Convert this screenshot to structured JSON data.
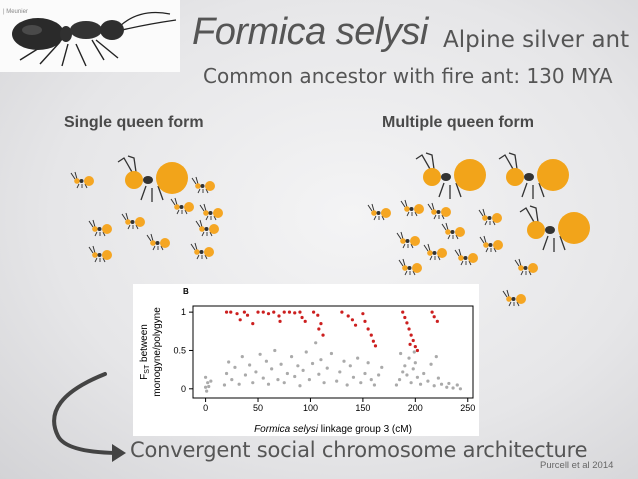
{
  "photo_credit": "| Meunier",
  "title": "Formica selysi",
  "common_name": "Alpine silver ant",
  "subtitle": "Common ancestor with fire ant: 130 MYA",
  "sections": {
    "single": "Single queen form",
    "multiple": "Multiple queen form"
  },
  "caption": "Convergent social chromosome architecture",
  "citation": "Purcell et al 2014",
  "colors": {
    "ant_orange": "#f5a623",
    "queen_orange": "#f2a41a",
    "text_gray": "#555555",
    "point_red": "#cc1f1f",
    "point_gray": "#aaaaaa"
  },
  "chart_data": {
    "type": "scatter",
    "panel_label": "B",
    "xlabel": "Formica selysi linkage group 3 (cM)",
    "ylabel_line1": "F",
    "ylabel_sub": "ST",
    "ylabel_rest": " between",
    "ylabel_line2": "monogyne/polygyne",
    "xlim": [
      -12,
      255
    ],
    "ylim": [
      -0.12,
      1.08
    ],
    "xticks": [
      0,
      50,
      100,
      150,
      200,
      250
    ],
    "yticks": [
      0,
      0.5,
      1
    ],
    "ytick_labels": [
      "0",
      "0.5",
      "1"
    ],
    "series": [
      {
        "color": "red",
        "points": [
          [
            20,
            1
          ],
          [
            24,
            1
          ],
          [
            30,
            0.98
          ],
          [
            37,
            1
          ],
          [
            40,
            0.96
          ],
          [
            33,
            0.9
          ],
          [
            45,
            0.85
          ],
          [
            50,
            1
          ],
          [
            55,
            1
          ],
          [
            60,
            0.98
          ],
          [
            65,
            1
          ],
          [
            70,
            0.95
          ],
          [
            75,
            1
          ],
          [
            71,
            0.88
          ],
          [
            80,
            1
          ],
          [
            85,
            0.99
          ],
          [
            90,
            1
          ],
          [
            92,
            0.93
          ],
          [
            95,
            0.88
          ],
          [
            103,
            1
          ],
          [
            107,
            0.96
          ],
          [
            110,
            0.85
          ],
          [
            108,
            0.78
          ],
          [
            112,
            0.7
          ],
          [
            130,
            1
          ],
          [
            136,
            0.95
          ],
          [
            140,
            0.9
          ],
          [
            143,
            0.83
          ],
          [
            150,
            0.98
          ],
          [
            152,
            0.88
          ],
          [
            155,
            0.78
          ],
          [
            158,
            0.7
          ],
          [
            160,
            0.62
          ],
          [
            162,
            0.56
          ],
          [
            188,
            1
          ],
          [
            190,
            0.93
          ],
          [
            192,
            0.86
          ],
          [
            194,
            0.78
          ],
          [
            196,
            0.7
          ],
          [
            198,
            0.63
          ],
          [
            195,
            0.58
          ],
          [
            200,
            0.55
          ],
          [
            202,
            0.5
          ],
          [
            216,
            1
          ],
          [
            218,
            0.94
          ],
          [
            221,
            0.88
          ]
        ]
      },
      {
        "color": "gray",
        "points": [
          [
            0,
            0.02
          ],
          [
            2,
            0.08
          ],
          [
            0,
            0.15
          ],
          [
            3,
            0.03
          ],
          [
            5,
            0.1
          ],
          [
            1,
            -0.03
          ],
          [
            18,
            0.05
          ],
          [
            20,
            0.2
          ],
          [
            22,
            0.35
          ],
          [
            25,
            0.12
          ],
          [
            28,
            0.28
          ],
          [
            32,
            0.06
          ],
          [
            35,
            0.42
          ],
          [
            38,
            0.18
          ],
          [
            42,
            0.31
          ],
          [
            45,
            0.08
          ],
          [
            48,
            0.22
          ],
          [
            52,
            0.45
          ],
          [
            55,
            0.14
          ],
          [
            58,
            0.36
          ],
          [
            60,
            0.06
          ],
          [
            63,
            0.26
          ],
          [
            66,
            0.5
          ],
          [
            69,
            0.12
          ],
          [
            72,
            0.32
          ],
          [
            75,
            0.08
          ],
          [
            78,
            0.2
          ],
          [
            82,
            0.42
          ],
          [
            85,
            0.16
          ],
          [
            88,
            0.3
          ],
          [
            90,
            0.04
          ],
          [
            93,
            0.24
          ],
          [
            96,
            0.48
          ],
          [
            99,
            0.12
          ],
          [
            102,
            0.33
          ],
          [
            105,
            0.6
          ],
          [
            108,
            0.19
          ],
          [
            110,
            0.38
          ],
          [
            113,
            0.08
          ],
          [
            116,
            0.27
          ],
          [
            120,
            0.46
          ],
          [
            125,
            0.1
          ],
          [
            128,
            0.22
          ],
          [
            132,
            0.36
          ],
          [
            135,
            0.05
          ],
          [
            138,
            0.3
          ],
          [
            141,
            0.15
          ],
          [
            145,
            0.4
          ],
          [
            148,
            0.08
          ],
          [
            152,
            0.2
          ],
          [
            155,
            0.34
          ],
          [
            158,
            0.12
          ],
          [
            161,
            0.05
          ],
          [
            165,
            0.18
          ],
          [
            168,
            0.28
          ],
          [
            182,
            0.05
          ],
          [
            185,
            0.12
          ],
          [
            188,
            0.22
          ],
          [
            190,
            0.3
          ],
          [
            192,
            0.18
          ],
          [
            194,
            0.4
          ],
          [
            196,
            0.08
          ],
          [
            198,
            0.26
          ],
          [
            200,
            0.34
          ],
          [
            202,
            0.15
          ],
          [
            205,
            0.06
          ],
          [
            208,
            0.2
          ],
          [
            212,
            0.1
          ],
          [
            215,
            0.32
          ],
          [
            218,
            0.04
          ],
          [
            222,
            0.14
          ],
          [
            225,
            0.06
          ],
          [
            230,
            0.02
          ],
          [
            232,
            0.07
          ],
          [
            236,
            0.01
          ],
          [
            240,
            0.05
          ],
          [
            243,
            0.0
          ],
          [
            220,
            0.42
          ],
          [
            186,
            0.46
          ],
          [
            199,
            0.48
          ]
        ]
      }
    ]
  }
}
